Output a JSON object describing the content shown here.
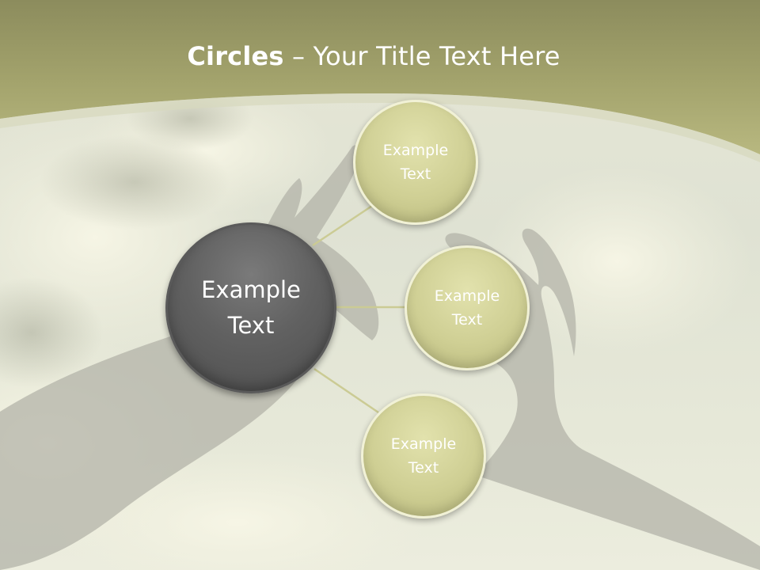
{
  "slide": {
    "title_bold": "Circles",
    "title_rest": " – Your Title Text Here",
    "center_label": "Example Text",
    "nodes": [
      {
        "label": "Example Text"
      },
      {
        "label": "Example Text"
      },
      {
        "label": "Example Text"
      }
    ]
  },
  "colors": {
    "banner": "#a8a870",
    "center_circle": "#5e5e5e",
    "node_circle": "#d6d69c",
    "connector": "#cbcb94",
    "title_text": "#ffffff"
  }
}
